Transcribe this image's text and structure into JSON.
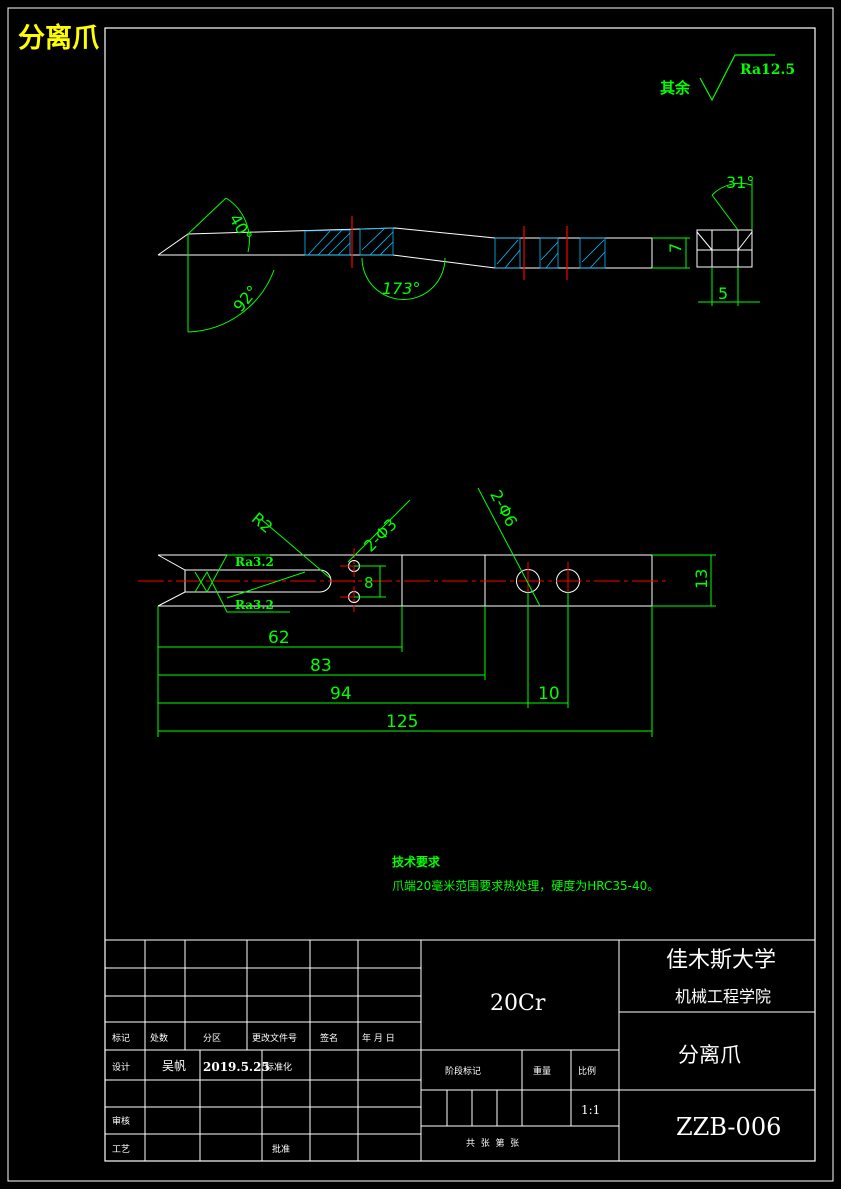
{
  "header": {
    "title": "分离爪"
  },
  "roughness": {
    "other_label": "其余",
    "other_value": "Ra12.5",
    "face_upper": "Ra3.2",
    "face_lower": "Ra3.2"
  },
  "side_view": {
    "angle_tip": "40°",
    "angle_back": "92°",
    "angle_bend": "173°",
    "angle_end": "31°",
    "dim_thickness": "7",
    "dim_end_width": "5"
  },
  "plan_view": {
    "radius": "R2",
    "holes_small": "2-Φ3",
    "holes_large": "2-Φ6",
    "dim_width": "13",
    "dim_hole_pitch": "8",
    "dim_62": "62",
    "dim_83": "83",
    "dim_94": "94",
    "dim_10": "10",
    "dim_125": "125"
  },
  "tech": {
    "heading": "技术要求",
    "note": "爪端20毫米范围要求热处理，硬度为HRC35-40。"
  },
  "title_block": {
    "material": "20Cr",
    "school": "佳木斯大学",
    "college": "机械工程学院",
    "part_name": "分离爪",
    "drawing_no": "ZZB-006",
    "rev_labels": [
      "标记",
      "处数",
      "分区",
      "更改文件号",
      "签名",
      "年 月 日"
    ],
    "designer_label": "设计",
    "designer": "吴帆",
    "date": "2019.5.25",
    "standard_label": "标准化",
    "check_label": "审核",
    "process_label": "工艺",
    "approve_label": "批准",
    "stage_label": "阶段标记",
    "weight_label": "重量",
    "scale_label": "比例",
    "scale": "1:1",
    "sheets_label": "共  张  第  张"
  },
  "colors": {
    "frame": "#ffffff",
    "dimension": "#00ff00",
    "centerline": "#ff0000",
    "hatch": "#00bfff",
    "title": "#ffff00",
    "outline": "#ffffff"
  }
}
